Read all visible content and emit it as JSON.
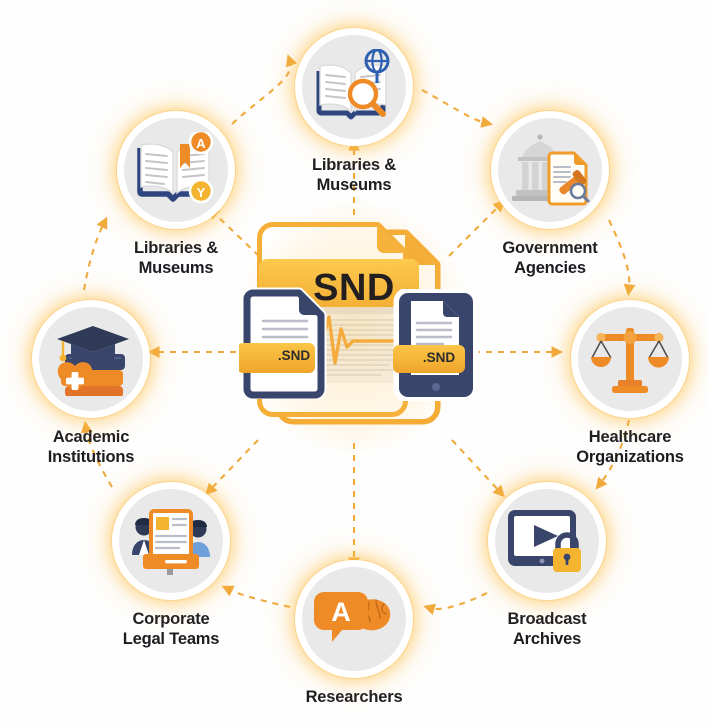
{
  "diagram": {
    "title": "SND",
    "type": "hub-and-spoke ecosystem diagram",
    "background_color": "#fefefe",
    "accent_color": "#f5a623",
    "accent_dark_color": "#e8881a",
    "navy_color": "#39456b",
    "text_color": "#1c1c21",
    "circle_fill_color": "#e9e9e9",
    "connector_color": "#f0a93c"
  },
  "center": {
    "file_label": "SND",
    "left_chip_label": ".SND",
    "right_chip_label": ".SND",
    "left_icon_name": "snd-document-icon",
    "right_icon_name": "snd-tablet-icon",
    "background_icon_name": "audio-waveform-document-icon"
  },
  "nodes": [
    {
      "id": "libraries-museums-top",
      "label_line1": "Libraries &",
      "label_line2": "Museums",
      "icon": "open-book-globe-magnifier-icon",
      "position": "top"
    },
    {
      "id": "government-agencies",
      "label_line1": "Government",
      "label_line2": "Agencies",
      "icon": "courthouse-gavel-document-icon",
      "position": "top-right"
    },
    {
      "id": "healthcare-organizations",
      "label_line1": "Healthcare",
      "label_line2": "Organizations",
      "icon": "balance-scales-icon",
      "position": "right"
    },
    {
      "id": "broadcast-archives",
      "label_line1": "Broadcast",
      "label_line2": "Archives",
      "icon": "tablet-play-lock-icon",
      "position": "bottom-right"
    },
    {
      "id": "researchers",
      "label_line1": "Researchers",
      "label_line2": "",
      "icon": "speech-bubble-brain-icon",
      "position": "bottom"
    },
    {
      "id": "corporate-legal-teams",
      "label_line1": "Corporate",
      "label_line2": "Legal Teams",
      "icon": "legal-team-podium-icon",
      "position": "bottom-left"
    },
    {
      "id": "academic-institutions",
      "label_line1": "Academic",
      "label_line2": "Institutions",
      "icon": "graduation-cap-books-heart-icon",
      "position": "left"
    },
    {
      "id": "libraries-museums-left",
      "label_line1": "Libraries &",
      "label_line2": "Museums",
      "icon": "open-book-bookmark-badges-icon",
      "position": "top-left"
    }
  ]
}
